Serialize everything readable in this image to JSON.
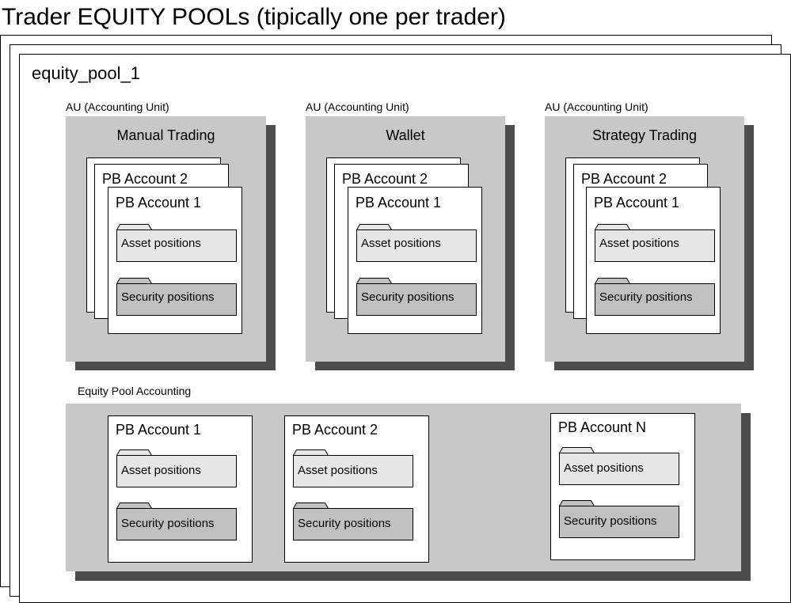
{
  "title": "Trader EQUITY POOLs (tipically one per trader)",
  "pool_label": "equity_pool_1",
  "accounting_units": [
    {
      "caption": "AU (Accounting Unit)",
      "name": "Manual Trading",
      "back_account": "PB Account 2",
      "front_account": "PB Account 1",
      "asset_label": "Asset positions",
      "security_label": "Security positions"
    },
    {
      "caption": "AU (Accounting Unit)",
      "name": "Wallet",
      "back_account": "PB Account 2",
      "front_account": "PB Account 1",
      "asset_label": "Asset positions",
      "security_label": "Security positions"
    },
    {
      "caption": "AU (Accounting Unit)",
      "name": "Strategy Trading",
      "back_account": "PB Account 2",
      "front_account": "PB Account 1",
      "asset_label": "Asset positions",
      "security_label": "Security positions"
    }
  ],
  "pool_accounting": {
    "caption": "Equity Pool Accounting",
    "accounts": [
      {
        "name": "PB Account 1",
        "asset_label": "Asset positions",
        "security_label": "Security positions"
      },
      {
        "name": "PB Account 2",
        "asset_label": "Asset positions",
        "security_label": "Security positions"
      },
      {
        "name": "PB Account N",
        "asset_label": "Asset positions",
        "security_label": "Security positions"
      }
    ]
  },
  "colors": {
    "au_fill": "#c8c8c8",
    "shadow": "#4d4d4d",
    "asset_folder": "#e6e6e6",
    "security_folder": "#c0c0c0"
  }
}
